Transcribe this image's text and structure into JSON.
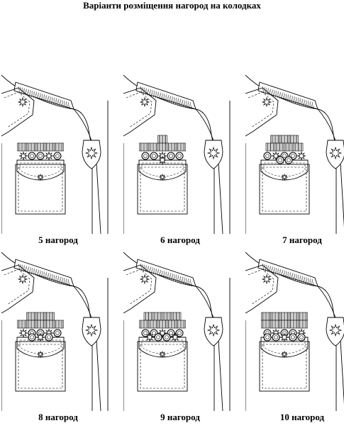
{
  "title": "Варіанти розміщення нагород на колодках",
  "colors": {
    "line": "#000000",
    "fabric": "#ffffff",
    "ribbon_light": "#dddddd"
  },
  "variants": [
    {
      "caption": "5 нагород",
      "ribbon_rows": [
        5
      ],
      "medals": 5
    },
    {
      "caption": "6 нагород",
      "ribbon_rows": [
        1,
        5
      ],
      "medals": 6
    },
    {
      "caption": "7 нагород",
      "ribbon_rows": [
        3,
        4
      ],
      "medals": 7
    },
    {
      "caption": "8 нагород",
      "ribbon_rows": [
        3,
        5
      ],
      "medals": 8
    },
    {
      "caption": "9 нагород",
      "ribbon_rows": [
        4,
        5
      ],
      "medals": 9
    },
    {
      "caption": "10 нагород",
      "ribbon_rows": [
        5,
        5
      ],
      "medals": 10
    }
  ]
}
